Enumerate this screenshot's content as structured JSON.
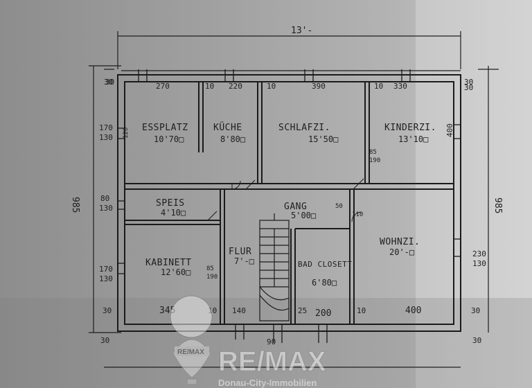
{
  "plan": {
    "overall_width": "13'-",
    "overall_depth_left": "985",
    "overall_depth_right": "985",
    "rooms": [
      {
        "name": "ESSPLATZ",
        "area": "10'70□"
      },
      {
        "name": "KÜCHE",
        "area": "8'80□"
      },
      {
        "name": "SCHLAFZI.",
        "area": "15'50□"
      },
      {
        "name": "KINDERZI.",
        "area": "13'10□"
      },
      {
        "name": "SPEIS",
        "area": "4'10□"
      },
      {
        "name": "GANG",
        "area": "5'00□"
      },
      {
        "name": "KABINETT",
        "area": "12'60□"
      },
      {
        "name": "FLUR",
        "area": "7'-□"
      },
      {
        "name": "BAD CLOSETT",
        "area": "6'80□"
      },
      {
        "name": "WOHNZI.",
        "area": "20'-□"
      }
    ],
    "top_dims": [
      "30",
      "270",
      "10",
      "220",
      "10",
      "390",
      "10",
      "330",
      "30"
    ],
    "bottom_dims": [
      "30",
      "345",
      "10",
      "140",
      "90",
      "25",
      "200",
      "10",
      "400",
      "30"
    ],
    "left_dims": [
      "30",
      "170",
      "130",
      "80",
      "130",
      "170",
      "130",
      "30"
    ],
    "right_dims": [
      "30",
      "400",
      "230",
      "130",
      "30"
    ],
    "misc_dims": [
      "120",
      "85",
      "190",
      "85",
      "190",
      "50",
      "110"
    ]
  },
  "watermark": {
    "badge": "RE/MAX",
    "brand": "RE/MAX",
    "office": "Donau-City-Immobilien"
  }
}
